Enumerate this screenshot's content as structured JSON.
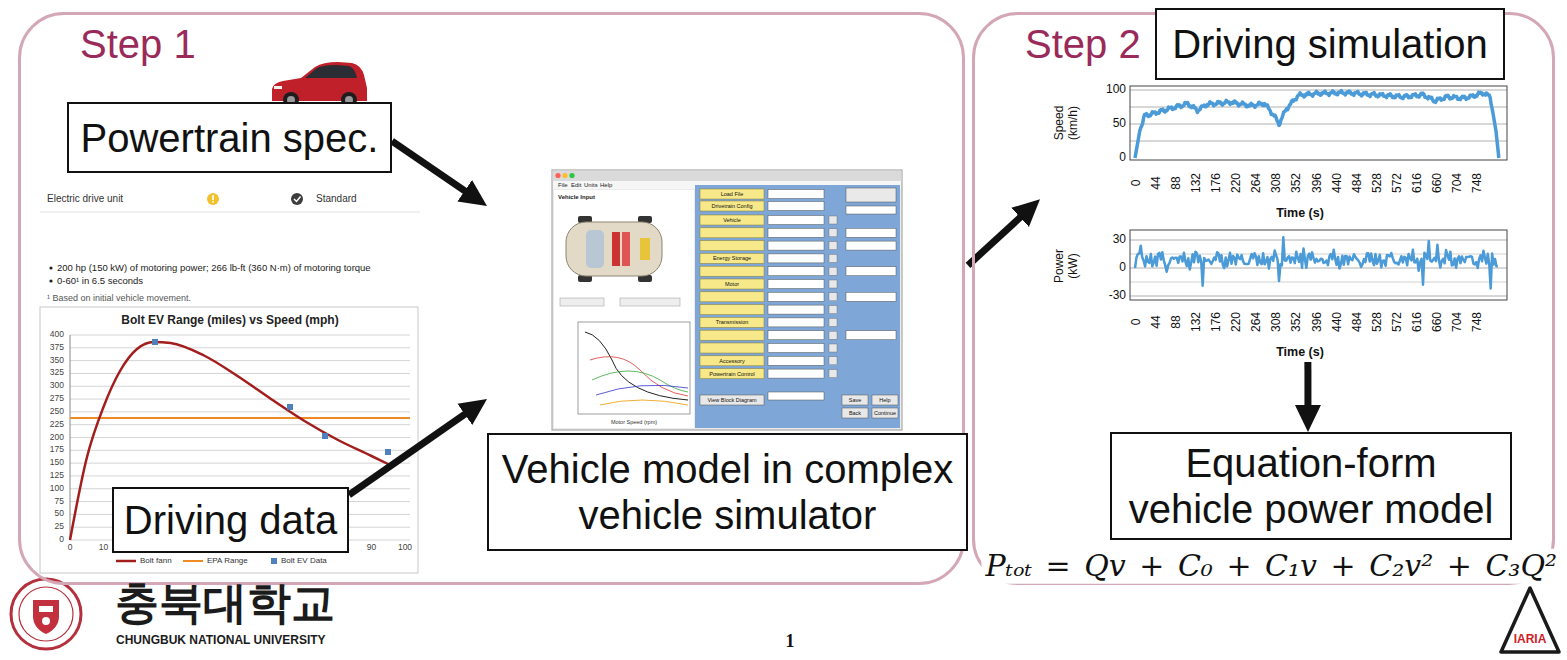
{
  "diagram": {
    "nodes": [
      {
        "text": [
          "Step 1"
        ]
      },
      {
        "text": [
          "Powertrain spec."
        ],
        "in": 0
      },
      {
        "text": [
          "Driving data"
        ],
        "in": 0
      },
      {
        "text": [
          "Vehicle model in complex vehicle simulator"
        ],
        "in": 0
      },
      {
        "text": [
          "Step 2"
        ]
      },
      {
        "text": [
          "Driving simulation"
        ],
        "in": 4
      },
      {
        "text": [
          "Equation-form vehicle power model"
        ],
        "in": 4
      }
    ],
    "edges": [
      {
        "from": 1,
        "to": 3,
        "arrow": "to"
      },
      {
        "from": 2,
        "to": 3,
        "arrow": "to"
      },
      {
        "from": 3,
        "to": 5,
        "arrow": "to"
      },
      {
        "from": 5,
        "to": 6,
        "arrow": "to"
      }
    ],
    "labels": [
      "Electric drive unit",
      "Standard",
      "200 hp (150 kW) of motoring power; 266 lb-ft (360 N·m) of motoring torque",
      "0-60¹ in 6.5 seconds",
      "¹ Based on initial vehicle movement.",
      "Bolt EV Range (miles) vs Speed (mph)",
      "400",
      "375",
      "350",
      "325",
      "300",
      "275",
      "250",
      "225",
      "200",
      "175",
      "150",
      "125",
      "100",
      "75",
      "50",
      "25",
      "0",
      "0",
      "10",
      "90",
      "100",
      "Vehicle Input",
      "File",
      "Edit",
      "Units",
      "Help",
      "Load File",
      "Drivetrain Config",
      "Vehicle",
      "Energy Storage",
      "Motor",
      "Transmission",
      "Accessory",
      "Powertrain Control",
      "View Block Diagram",
      "Save",
      "Help",
      "Back",
      "Continue",
      "Motor Speed (rpm)",
      "Speed (km/h)",
      "100",
      "50",
      "0",
      "0",
      "44",
      "88",
      "132",
      "176",
      "220",
      "264",
      "308",
      "352",
      "396",
      "440",
      "484",
      "528",
      "572",
      "616",
      "660",
      "704",
      "748",
      "Time (s)",
      "Power (kW)",
      "30",
      "0",
      "-30",
      "0",
      "44",
      "88",
      "132",
      "176",
      "220",
      "264",
      "308",
      "352",
      "396",
      "440",
      "484",
      "528",
      "572",
      "616",
      "660",
      "704",
      "748",
      "Time (s)",
      "Pₜₒₜ = Qv + C₀ + C₁v + C₂v² + C₃Q²",
      "충북대학교",
      "CHUNGBUK NATIONAL UNIVERSITY",
      "1",
      "IARIA"
    ],
    "legend": [
      {
        "text": "Bolt fann"
      },
      {
        "text": "EPA Range"
      },
      {
        "text": "Bolt EV Data"
      }
    ]
  }
}
